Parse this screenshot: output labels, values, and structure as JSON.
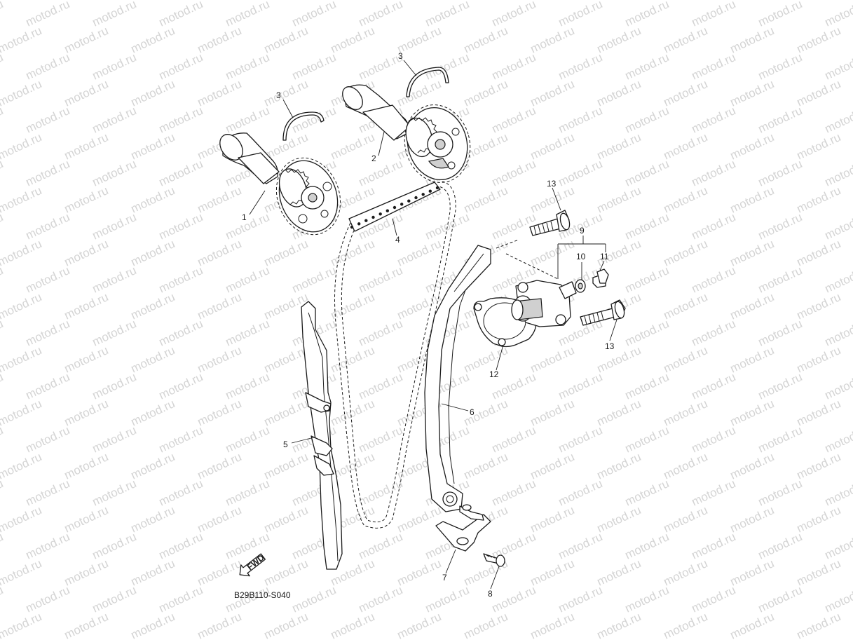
{
  "watermark": {
    "text": "motod.ru",
    "color": "#d4d4d4"
  },
  "diagram_code": "B29B110-S040",
  "fwd_label": "FWD",
  "callouts": [
    {
      "id": "c1",
      "text": "1"
    },
    {
      "id": "c2",
      "text": "2"
    },
    {
      "id": "c3a",
      "text": "3"
    },
    {
      "id": "c3b",
      "text": "3"
    },
    {
      "id": "c4",
      "text": "4"
    },
    {
      "id": "c5",
      "text": "5"
    },
    {
      "id": "c6",
      "text": "6"
    },
    {
      "id": "c7",
      "text": "7"
    },
    {
      "id": "c8",
      "text": "8"
    },
    {
      "id": "c9",
      "text": "9"
    },
    {
      "id": "c10",
      "text": "10"
    },
    {
      "id": "c11",
      "text": "11"
    },
    {
      "id": "c12",
      "text": "12"
    },
    {
      "id": "c13a",
      "text": "13"
    },
    {
      "id": "c13b",
      "text": "13"
    }
  ]
}
